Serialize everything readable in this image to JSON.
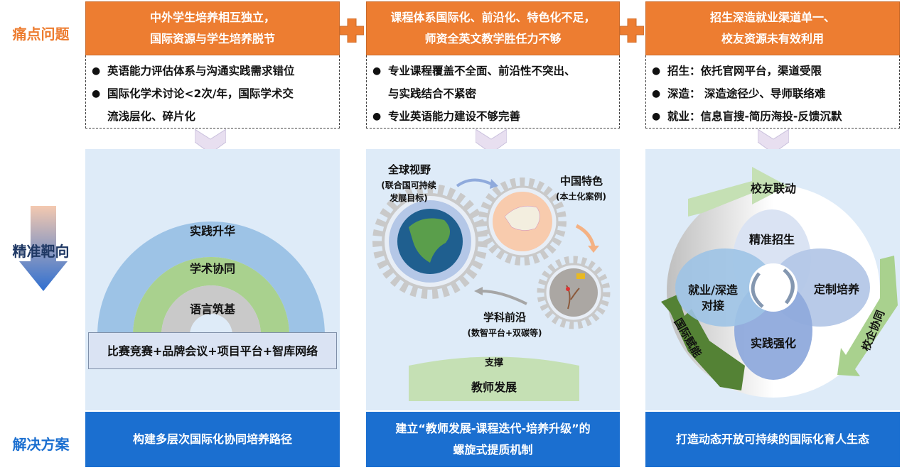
{
  "row_labels": {
    "problems": "痛点问题",
    "targeting": "精准靶向",
    "solutions": "解决方案"
  },
  "columns": [
    {
      "header": [
        "中外学生培养相互独立，",
        "国际资源与学生培养脱节"
      ],
      "bullets": [
        "英语能力评估体系与沟通实践需求错位",
        "国际化学术讨论<2次/年，国际学术交",
        "流浅层化、碎片化"
      ],
      "arch": {
        "outer": "实践升华",
        "middle": "学术协同",
        "inner": "语言筑基",
        "base": "比赛竞赛+品牌会议+项目平台+智库网络"
      },
      "footer": [
        "构建多层次国际化协同培养路径"
      ]
    },
    {
      "header": [
        "课程体系国际化、前沿化、特色化不足，",
        "师资全英文教学胜任力不够"
      ],
      "bullets": [
        "专业课程覆盖不全面、前沿性不突出、",
        "与实践结合不紧密",
        "专业英语能力建设不够完善"
      ],
      "gears": {
        "global": "全球视野",
        "global_sub1": "(联合国可持续",
        "global_sub2": "发展目标)",
        "china": "中国特色",
        "china_sub": "(本土化案例)",
        "frontier": "学科前沿",
        "frontier_sub": "(数智平台+双碳等)",
        "support": "支撑",
        "teacher": "教师发展"
      },
      "footer": [
        "建立“教师发展-课程迭代-培养升级”的",
        "螺旋式提质机制"
      ]
    },
    {
      "header": [
        "招生深造就业渠道单一、",
        "校友资源未有效利用"
      ],
      "bullets": [
        "招生：依托官网平台，渠道受限",
        "深造：  深造途径少、导师联络难",
        "就业：信息盲搜-简历海投-反馈沉默"
      ],
      "cycle": {
        "top_arrow": "校友联动",
        "right_arrow": "校企协同",
        "left_arrow": "国际赋能",
        "p1": "精准招生",
        "p2": "定制培养",
        "p3": "实践强化",
        "p4a": "就业/深造",
        "p4b": "对接"
      },
      "footer": [
        "打造动态开放可持续的国际化育人生态"
      ]
    }
  ],
  "colors": {
    "orange": "#ED7D31",
    "blue": "#1B6FD0",
    "panel": "#DEEBF8",
    "green": "#A9D18E",
    "darkgreen": "#548235"
  }
}
